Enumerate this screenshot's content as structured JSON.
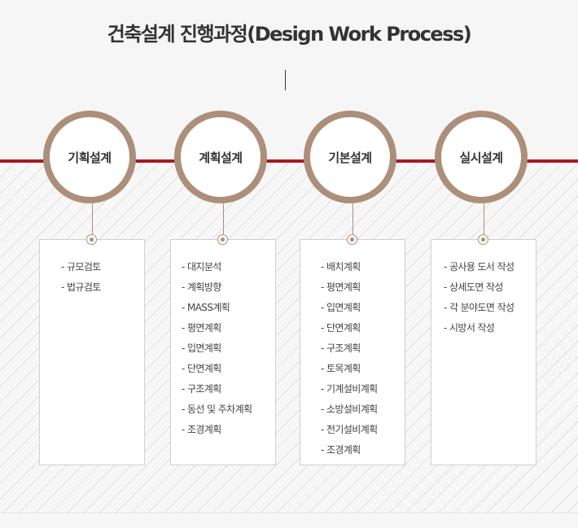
{
  "title": "건축설계 진행과정(Design Work Process)",
  "colors": {
    "accent_red": "#a51c24",
    "circle_ring": "#ac8f7b"
  },
  "steps": [
    {
      "label": "기획설계",
      "items": [
        "- 규모검토",
        "- 법규검토"
      ]
    },
    {
      "label": "계획설계",
      "items": [
        "- 대지분석",
        "- 계획방향",
        "- MASS계획",
        "- 평면계획",
        "- 입면계획",
        "- 단면계획",
        "- 구조계획",
        "- 동선 및 주차계획",
        "- 조경계획"
      ]
    },
    {
      "label": "기본설계",
      "items": [
        "- 배치계획",
        "- 평면계획",
        "- 입면계획",
        "- 단면계획",
        "- 구조계획",
        "- 토목계획",
        "- 기계설비계획",
        "- 소방설비계획",
        "- 전기설비계획",
        "- 조경계획"
      ]
    },
    {
      "label": "실시설계",
      "items": [
        "- 공사용 도서 작성",
        "- 상세도면 작성",
        "- 각 분야도면 작성",
        "- 시방서 작성"
      ]
    }
  ]
}
